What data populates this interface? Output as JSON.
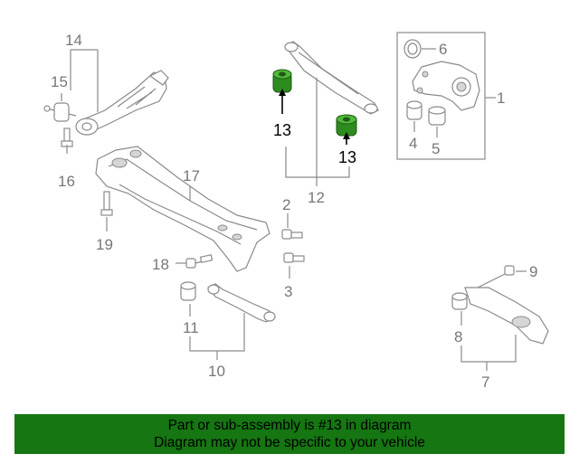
{
  "callouts": {
    "c1": "1",
    "c2": "2",
    "c3": "3",
    "c4": "4",
    "c5": "5",
    "c6": "6",
    "c7": "7",
    "c8": "8",
    "c9": "9",
    "c10": "10",
    "c11": "11",
    "c12": "12",
    "c13a": "13",
    "c13b": "13",
    "c14": "14",
    "c15": "15",
    "c16": "16",
    "c17": "17",
    "c18": "18",
    "c19": "19"
  },
  "banner": {
    "line1": "Part or sub-assembly is #13 in diagram",
    "line2": "Diagram may not be specific to your vehicle"
  },
  "colors": {
    "highlight_part": "#2e8b1e",
    "banner_bg": "#157612",
    "line": "#8a8a8a"
  }
}
